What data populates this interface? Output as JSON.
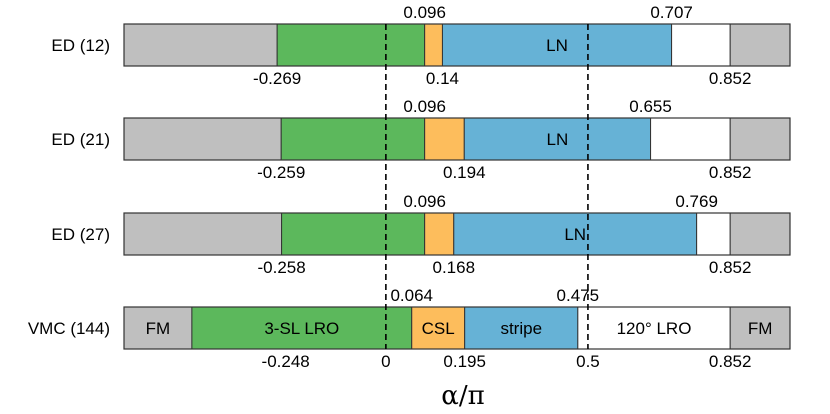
{
  "chart_data": {
    "type": "bar",
    "orientation": "horizontal-stacked-segments",
    "xlabel": "α/π",
    "xlim": [
      -0.648,
      1.0
    ],
    "colors": {
      "FM": "#bfbfbf",
      "3-SL LRO": "#5cb85c",
      "CSL": "#fdbd5c",
      "stripe": "#66b2d6",
      "120° LRO": "#ffffff"
    },
    "reference_lines": [
      {
        "x": 0,
        "style": "dashed"
      },
      {
        "x": 0.5,
        "style": "dashed"
      }
    ],
    "rows": [
      {
        "label": "ED (12)",
        "segments": [
          {
            "phase": "FM",
            "start": -0.648,
            "end": -0.269,
            "text": ""
          },
          {
            "phase": "3-SL LRO",
            "start": -0.269,
            "end": 0.096,
            "text": ""
          },
          {
            "phase": "CSL",
            "start": 0.096,
            "end": 0.14,
            "text": ""
          },
          {
            "phase": "stripe",
            "start": 0.14,
            "end": 0.707,
            "text": "LN"
          },
          {
            "phase": "120° LRO",
            "start": 0.707,
            "end": 0.852,
            "text": ""
          },
          {
            "phase": "FM",
            "start": 0.852,
            "end": 1.0,
            "text": ""
          }
        ],
        "labels_above": [
          {
            "value": 0.096,
            "text": "0.096"
          },
          {
            "value": 0.707,
            "text": "0.707"
          }
        ],
        "labels_below": [
          {
            "value": -0.269,
            "text": "-0.269"
          },
          {
            "value": 0.14,
            "text": "0.14"
          },
          {
            "value": 0.852,
            "text": "0.852"
          }
        ]
      },
      {
        "label": "ED (21)",
        "segments": [
          {
            "phase": "FM",
            "start": -0.648,
            "end": -0.259,
            "text": ""
          },
          {
            "phase": "3-SL LRO",
            "start": -0.259,
            "end": 0.096,
            "text": ""
          },
          {
            "phase": "CSL",
            "start": 0.096,
            "end": 0.194,
            "text": ""
          },
          {
            "phase": "stripe",
            "start": 0.194,
            "end": 0.655,
            "text": "LN"
          },
          {
            "phase": "120° LRO",
            "start": 0.655,
            "end": 0.852,
            "text": ""
          },
          {
            "phase": "FM",
            "start": 0.852,
            "end": 1.0,
            "text": ""
          }
        ],
        "labels_above": [
          {
            "value": 0.096,
            "text": "0.096"
          },
          {
            "value": 0.655,
            "text": "0.655"
          }
        ],
        "labels_below": [
          {
            "value": -0.259,
            "text": "-0.259"
          },
          {
            "value": 0.194,
            "text": "0.194"
          },
          {
            "value": 0.852,
            "text": "0.852"
          }
        ]
      },
      {
        "label": "ED (27)",
        "segments": [
          {
            "phase": "FM",
            "start": -0.648,
            "end": -0.258,
            "text": ""
          },
          {
            "phase": "3-SL LRO",
            "start": -0.258,
            "end": 0.096,
            "text": ""
          },
          {
            "phase": "CSL",
            "start": 0.096,
            "end": 0.168,
            "text": ""
          },
          {
            "phase": "stripe",
            "start": 0.168,
            "end": 0.769,
            "text": "LN"
          },
          {
            "phase": "120° LRO",
            "start": 0.769,
            "end": 0.852,
            "text": ""
          },
          {
            "phase": "FM",
            "start": 0.852,
            "end": 1.0,
            "text": ""
          }
        ],
        "labels_above": [
          {
            "value": 0.096,
            "text": "0.096"
          },
          {
            "value": 0.769,
            "text": "0.769"
          }
        ],
        "labels_below": [
          {
            "value": -0.258,
            "text": "-0.258"
          },
          {
            "value": 0.168,
            "text": "0.168"
          },
          {
            "value": 0.852,
            "text": "0.852"
          }
        ]
      },
      {
        "label": "VMC (144)",
        "segments": [
          {
            "phase": "FM",
            "start": -0.648,
            "end": -0.48,
            "text": "FM"
          },
          {
            "phase": "3-SL LRO",
            "start": -0.48,
            "end": 0.064,
            "text": "3-SL LRO"
          },
          {
            "phase": "CSL",
            "start": 0.064,
            "end": 0.195,
            "text": "CSL"
          },
          {
            "phase": "stripe",
            "start": 0.195,
            "end": 0.475,
            "text": "stripe"
          },
          {
            "phase": "120° LRO",
            "start": 0.475,
            "end": 0.852,
            "text": "120° LRO"
          },
          {
            "phase": "FM",
            "start": 0.852,
            "end": 1.0,
            "text": "FM"
          }
        ],
        "labels_above": [
          {
            "value": 0.064,
            "text": "0.064"
          },
          {
            "value": 0.475,
            "text": "0.475"
          }
        ],
        "labels_below": [
          {
            "value": -0.248,
            "text": "-0.248"
          },
          {
            "value": 0,
            "text": "0"
          },
          {
            "value": 0.195,
            "text": "0.195"
          },
          {
            "value": 0.5,
            "text": "0.5"
          },
          {
            "value": 0.852,
            "text": "0.852"
          }
        ]
      }
    ]
  }
}
